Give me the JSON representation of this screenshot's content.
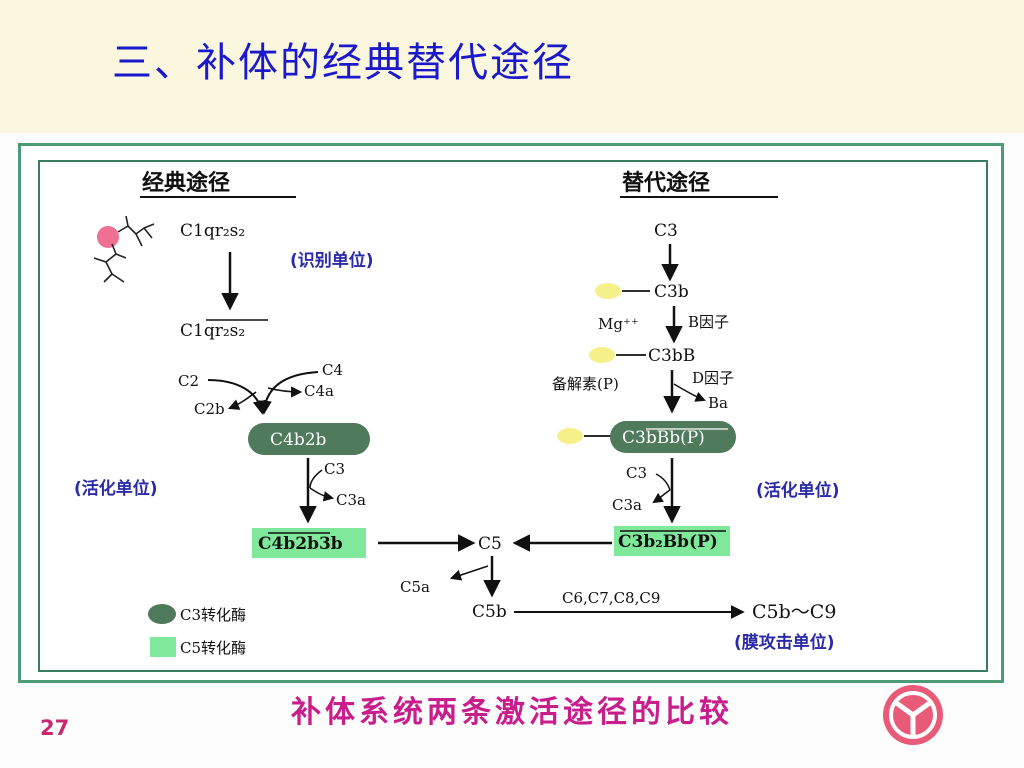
{
  "title": "三、补体的经典替代途径",
  "classical": {
    "heading": "经典途径",
    "c1": "C1qr₂s₂",
    "recognition_unit": "(识别单位)",
    "c1_activated": "C1qr₂s₂",
    "c2": "C2",
    "c4": "C4",
    "c4a": "C4a",
    "c2b": "C2b",
    "c4b2b": "C4b2b",
    "c3": "C3",
    "c3a": "C3a",
    "activation_unit": "(活化单位)",
    "c4b2b3b": "C4b2b3b"
  },
  "alternative": {
    "heading": "替代途径",
    "c3": "C3",
    "c3b": "C3b",
    "mg": "Mg⁺⁺",
    "factor_b": "B因子",
    "c3bB": "C3bB",
    "properdin": "备解素(P)",
    "factor_d": "D因子",
    "ba": "Ba",
    "c3bBbP": "C3bBb(P)",
    "c3a": "C3a",
    "activation_unit": "(活化单位)",
    "c3b2BbP": "C3b₂Bb(P)"
  },
  "terminal": {
    "c5": "C5",
    "c5a": "C5a",
    "c5b": "C5b",
    "components": "C6,C7,C8,C9",
    "mac": "C5b～C9",
    "mac_unit": "(膜攻击单位)"
  },
  "legend": {
    "c3_convertase": "C3转化酶",
    "c5_convertase": "C5转化酶"
  },
  "caption": "补体系统两条激活途径的比较",
  "page_number": "27",
  "colors": {
    "c3_convertase": "#4f7a5c",
    "c5_convertase": "#7fe89a",
    "surface_dot": "#f5f08a",
    "recognition_dot": "#ee7092",
    "title_text": "#1a1acc",
    "caption_text": "#c81e8c"
  }
}
